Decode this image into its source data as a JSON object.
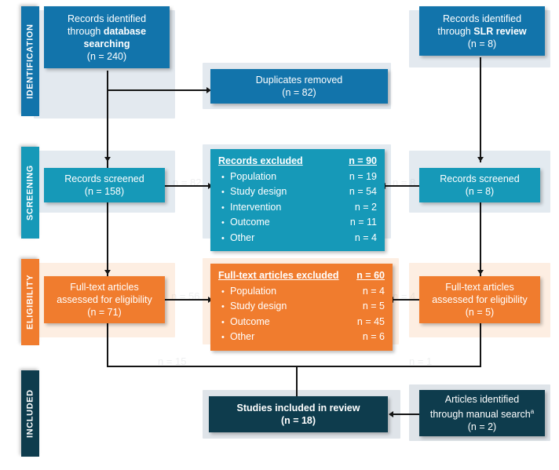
{
  "diagram": {
    "type": "prisma-flow-diagram",
    "colors": {
      "identification": "#1274ab",
      "screening": "#1699b8",
      "eligibility": "#f07c2e",
      "included": "#0e3c4d",
      "band_blue": "#e3e9ef",
      "band_orange": "#fdeee2",
      "connector": "#141414",
      "text": "#ffffff"
    },
    "stages": [
      {
        "key": "identification",
        "label": "IDENTIFICATION"
      },
      {
        "key": "screening",
        "label": "SCREENING"
      },
      {
        "key": "eligibility",
        "label": "ELIGIBILITY"
      },
      {
        "key": "included",
        "label": "INCLUDED"
      }
    ],
    "boxes": {
      "records_database": {
        "line1": "Records identified",
        "line2_pre": "through ",
        "line2_bold": "database",
        "line3_bold": "searching",
        "count": "(n = 240)"
      },
      "records_slr": {
        "line1": "Records identified",
        "line2_pre": "through ",
        "line2_bold": "SLR review",
        "count": "(n = 8)"
      },
      "duplicates_removed": {
        "line1": "Duplicates removed",
        "count": "(n = 82)"
      },
      "records_screened_left": {
        "line1": "Records screened",
        "count": "(n = 158)"
      },
      "records_screened_right": {
        "line1": "Records screened",
        "count": "(n = 8)"
      },
      "fulltext_left": {
        "line1": "Full-text articles",
        "line2": "assessed for eligibility",
        "count": "(n = 71)"
      },
      "fulltext_right": {
        "line1": "Full-text articles",
        "line2": "assessed for eligibility",
        "count": "(n = 5)"
      },
      "studies_included": {
        "line1": "Studies included in review",
        "count": "(n = 18)"
      },
      "manual_search": {
        "line1": "Articles identified",
        "line2": "through manual search",
        "line2_sup": "a",
        "count": "(n = 2)"
      }
    },
    "records_excluded": {
      "header_label": "Records excluded",
      "header_value": "n = 90",
      "rows": [
        {
          "label": "Population",
          "value": "n = 19"
        },
        {
          "label": "Study design",
          "value": "n = 54"
        },
        {
          "label": "Intervention",
          "value": "n = 2"
        },
        {
          "label": "Outcome",
          "value": "n = 11"
        },
        {
          "label": "Other",
          "value": "n = 4"
        }
      ]
    },
    "fulltext_excluded": {
      "header_label": "Full-text articles excluded",
      "header_value": "n = 60",
      "rows": [
        {
          "label": "Population",
          "value": "n = 4"
        },
        {
          "label": "Study design",
          "value": "n = 5"
        },
        {
          "label": "Outcome",
          "value": "n = 45"
        },
        {
          "label": "Other",
          "value": "n = 6"
        }
      ]
    },
    "ghost_text": {
      "g1": "n = 82",
      "g2": "n = 8",
      "g3": "n = 56",
      "g4": "n = 4",
      "g5": "n = 15",
      "g6": "n = 1"
    }
  }
}
